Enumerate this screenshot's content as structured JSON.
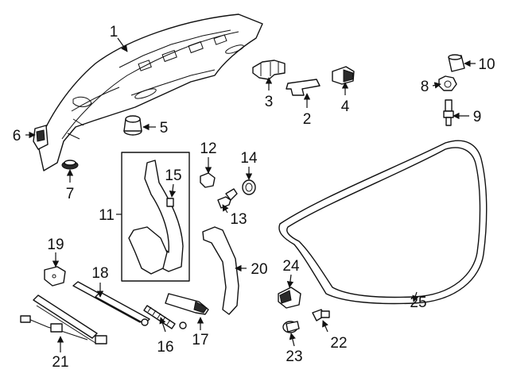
{
  "labels": [
    "1",
    "2",
    "3",
    "4",
    "5",
    "6",
    "7",
    "8",
    "9",
    "10",
    "11",
    "12",
    "13",
    "14",
    "15",
    "16",
    "17",
    "18",
    "19",
    "20",
    "21",
    "22",
    "23",
    "24",
    "25"
  ]
}
